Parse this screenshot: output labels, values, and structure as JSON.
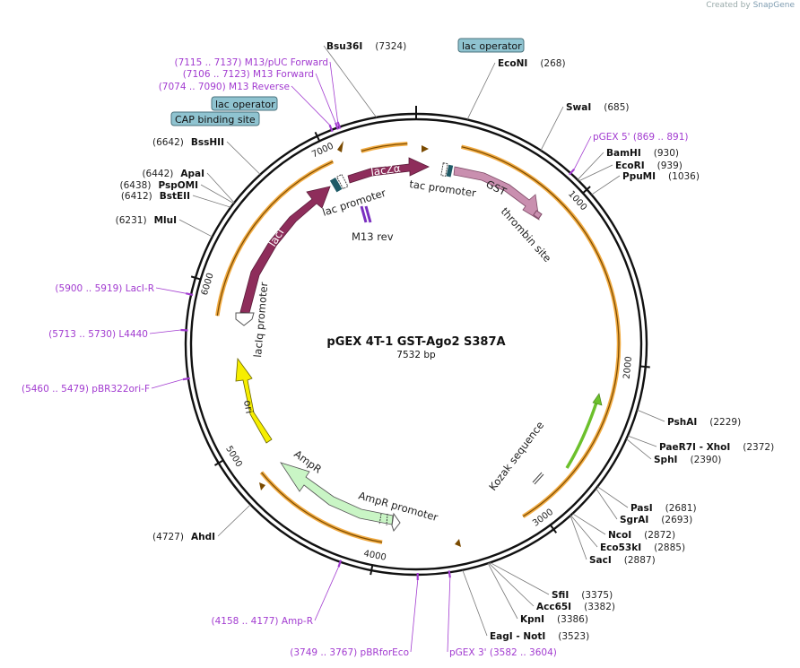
{
  "watermark": {
    "created_by": "Created by",
    "brand": "SnapGene"
  },
  "plasmid": {
    "name": "pGEX 4T-1 GST-Ago2 S387A",
    "length": "7532 bp",
    "total_bp": 7532
  },
  "ticks": [
    "1000",
    "2000",
    "3000",
    "4000",
    "5000",
    "6000",
    "7000"
  ],
  "tick_values": [
    1000,
    2000,
    3000,
    4000,
    5000,
    6000,
    7000
  ],
  "sites": [
    {
      "pos": 7324,
      "name": "Bsu36I",
      "pos_text": "(7324)"
    },
    {
      "pos": 268,
      "name": "EcoNI",
      "pos_text": "(268)"
    },
    {
      "pos": 685,
      "name": "SwaI",
      "pos_text": "(685)"
    },
    {
      "pos": 930,
      "name": "BamHI",
      "pos_text": "(930)"
    },
    {
      "pos": 939,
      "name": "EcoRI",
      "pos_text": "(939)"
    },
    {
      "pos": 1036,
      "name": "PpuMI",
      "pos_text": "(1036)"
    },
    {
      "pos": 2229,
      "name": "PshAI",
      "pos_text": "(2229)"
    },
    {
      "pos": 2372,
      "name": "PaeR7I  - XhoI",
      "pos_text": "(2372)"
    },
    {
      "pos": 2390,
      "name": "SphI",
      "pos_text": "(2390)"
    },
    {
      "pos": 2681,
      "name": "PasI",
      "pos_text": "(2681)"
    },
    {
      "pos": 2693,
      "name": "SgrAI",
      "pos_text": "(2693)"
    },
    {
      "pos": 2872,
      "name": "NcoI",
      "pos_text": "(2872)"
    },
    {
      "pos": 2885,
      "name": "Eco53kI",
      "pos_text": "(2885)"
    },
    {
      "pos": 2887,
      "name": "SacI",
      "pos_text": "(2887)"
    },
    {
      "pos": 3375,
      "name": "SfiI",
      "pos_text": "(3375)"
    },
    {
      "pos": 3382,
      "name": "Acc65I",
      "pos_text": "(3382)"
    },
    {
      "pos": 3386,
      "name": "KpnI",
      "pos_text": "(3386)"
    },
    {
      "pos": 3523,
      "name": "EagI  - NotI",
      "pos_text": "(3523)"
    },
    {
      "pos": 4727,
      "name": "AhdI",
      "pos_text": "(4727)"
    },
    {
      "pos": 6231,
      "name": "MluI",
      "pos_text": "(6231)"
    },
    {
      "pos": 6412,
      "name": "BstEII",
      "pos_text": "(6412)"
    },
    {
      "pos": 6438,
      "name": "PspOMI",
      "pos_text": "(6438)"
    },
    {
      "pos": 6442,
      "name": "ApaI",
      "pos_text": "(6442)"
    },
    {
      "pos": 6642,
      "name": "BssHII",
      "pos_text": "(6642)"
    }
  ],
  "primers": [
    {
      "pos": 7126,
      "text": "(7115 .. 7137)  M13/pUC Forward"
    },
    {
      "pos": 7114,
      "text": "(7106 .. 7123)  M13 Forward"
    },
    {
      "pos": 7082,
      "text": "(7074 .. 7090)  M13 Reverse"
    },
    {
      "pos": 880,
      "text": "pGEX 5'   (869 .. 891)"
    },
    {
      "pos": 5910,
      "text": "(5900 .. 5919)  LacI-R"
    },
    {
      "pos": 5722,
      "text": "(5713 .. 5730)  L4440"
    },
    {
      "pos": 5470,
      "text": "(5460 .. 5479)  pBR322ori-F"
    },
    {
      "pos": 4168,
      "text": "(4158 .. 4177)  Amp-R"
    },
    {
      "pos": 3758,
      "text": "(3749 .. 3767)  pBRforEco"
    },
    {
      "pos": 3593,
      "text": "pGEX 3'   (3582 .. 3604)"
    }
  ],
  "boxed_labels": [
    "lac operator",
    "lac operator",
    "CAP binding site"
  ],
  "features": {
    "lacI": "lacI",
    "lacZa": "lacZα",
    "GST": "GST",
    "AmpR": "AmpR",
    "ori": "ori",
    "lac_promoter": "lac promoter",
    "tac_promoter": "tac promoter",
    "M13_rev": "M13 rev",
    "thrombin_site": "thrombin site",
    "lacIq_promoter": "lacIq promoter",
    "AmpR_promoter": "AmpR promoter",
    "Kozak_sequence": "Kozak sequence"
  },
  "colors": {
    "backbone": "#111111",
    "orf_orange": "#f0a22e",
    "primer": "#a23bd0",
    "lacI": "#8e2d5b",
    "GST": "#c98faf",
    "AmpR": "#c9f5c5",
    "ori": "#f6ee00",
    "kozak_green": "#6cc02c",
    "operator_box": "#8fc3d0"
  }
}
